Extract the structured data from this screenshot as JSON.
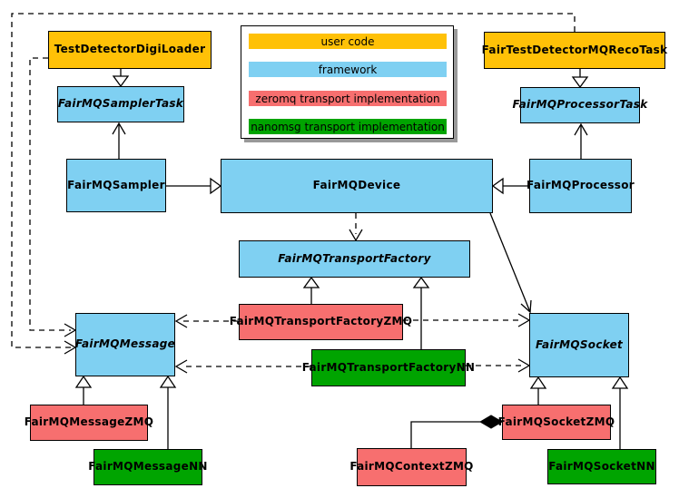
{
  "diagram": {
    "legend": {
      "items": [
        {
          "label": "user code",
          "color": "#FFC107"
        },
        {
          "label": "framework",
          "color": "#7FD0F2"
        },
        {
          "label": "zeromq transport implementation",
          "color": "#F76F6F"
        },
        {
          "label": "nanomsg transport implementation",
          "color": "#00A400"
        }
      ]
    },
    "colors": {
      "user_code": "#FFC107",
      "framework": "#7FD0F2",
      "zeromq": "#F76F6F",
      "nanomsg": "#00A400",
      "border": "#000000",
      "legend_shadow": "#999999",
      "background": "#FFFFFF"
    },
    "nodes": {
      "testDetectorDigiLoader": {
        "label": "TestDetectorDigiLoader",
        "category": "user code",
        "abstract": false
      },
      "fairTestDetectorMQRecoTask": {
        "label": "FairTestDetectorMQRecoTask",
        "category": "user code",
        "abstract": false
      },
      "fairMQSamplerTask": {
        "label": "FairMQSamplerTask",
        "category": "framework",
        "abstract": true
      },
      "fairMQProcessorTask": {
        "label": "FairMQProcessorTask",
        "category": "framework",
        "abstract": true
      },
      "fairMQSampler": {
        "label": "FairMQSampler",
        "category": "framework",
        "abstract": false
      },
      "fairMQDevice": {
        "label": "FairMQDevice",
        "category": "framework",
        "abstract": false
      },
      "fairMQProcessor": {
        "label": "FairMQProcessor",
        "category": "framework",
        "abstract": false
      },
      "fairMQTransportFactory": {
        "label": "FairMQTransportFactory",
        "category": "framework",
        "abstract": true
      },
      "fairMQTransportFactoryZMQ": {
        "label": "FairMQTransportFactoryZMQ",
        "category": "zeromq transport implementation",
        "abstract": false
      },
      "fairMQTransportFactoryNN": {
        "label": "FairMQTransportFactoryNN",
        "category": "nanomsg transport implementation",
        "abstract": false
      },
      "fairMQMessage": {
        "label": "FairMQMessage",
        "category": "framework",
        "abstract": true
      },
      "fairMQSocket": {
        "label": "FairMQSocket",
        "category": "framework",
        "abstract": true
      },
      "fairMQMessageZMQ": {
        "label": "FairMQMessageZMQ",
        "category": "zeromq transport implementation",
        "abstract": false
      },
      "fairMQMessageNN": {
        "label": "FairMQMessageNN",
        "category": "nanomsg transport implementation",
        "abstract": false
      },
      "fairMQSocketZMQ": {
        "label": "FairMQSocketZMQ",
        "category": "zeromq transport implementation",
        "abstract": false
      },
      "fairMQSocketNN": {
        "label": "FairMQSocketNN",
        "category": "nanomsg transport implementation",
        "abstract": false
      },
      "fairMQContextZMQ": {
        "label": "FairMQContextZMQ",
        "category": "zeromq transport implementation",
        "abstract": false
      }
    },
    "edges": [
      {
        "from": "TestDetectorDigiLoader",
        "to": "FairMQSamplerTask",
        "type": "inheritance"
      },
      {
        "from": "FairMQSampler",
        "to": "FairMQSamplerTask",
        "type": "association"
      },
      {
        "from": "FairMQSampler",
        "to": "FairMQDevice",
        "type": "inheritance"
      },
      {
        "from": "FairTestDetectorMQRecoTask",
        "to": "FairMQProcessorTask",
        "type": "inheritance"
      },
      {
        "from": "FairMQProcessor",
        "to": "FairMQProcessorTask",
        "type": "association"
      },
      {
        "from": "FairMQProcessor",
        "to": "FairMQDevice",
        "type": "inheritance"
      },
      {
        "from": "FairMQDevice",
        "to": "FairMQTransportFactory",
        "type": "dependency"
      },
      {
        "from": "FairMQDevice",
        "to": "FairMQSocket",
        "type": "association"
      },
      {
        "from": "FairMQTransportFactoryZMQ",
        "to": "FairMQTransportFactory",
        "type": "inheritance"
      },
      {
        "from": "FairMQTransportFactoryNN",
        "to": "FairMQTransportFactory",
        "type": "inheritance"
      },
      {
        "from": "FairMQTransportFactoryZMQ",
        "to": "FairMQMessage",
        "type": "dependency"
      },
      {
        "from": "FairMQTransportFactoryZMQ",
        "to": "FairMQSocket",
        "type": "dependency"
      },
      {
        "from": "FairMQTransportFactoryNN",
        "to": "FairMQMessage",
        "type": "dependency"
      },
      {
        "from": "FairMQTransportFactoryNN",
        "to": "FairMQSocket",
        "type": "dependency"
      },
      {
        "from": "TestDetectorDigiLoader",
        "to": "FairMQMessage",
        "type": "dependency"
      },
      {
        "from": "FairTestDetectorMQRecoTask",
        "to": "FairMQMessage",
        "type": "dependency"
      },
      {
        "from": "FairMQMessageZMQ",
        "to": "FairMQMessage",
        "type": "inheritance"
      },
      {
        "from": "FairMQMessageNN",
        "to": "FairMQMessage",
        "type": "inheritance"
      },
      {
        "from": "FairMQSocketZMQ",
        "to": "FairMQSocket",
        "type": "inheritance"
      },
      {
        "from": "FairMQSocketNN",
        "to": "FairMQSocket",
        "type": "inheritance"
      },
      {
        "from": "FairMQContextZMQ",
        "to": "FairMQSocketZMQ",
        "type": "composition"
      }
    ]
  }
}
